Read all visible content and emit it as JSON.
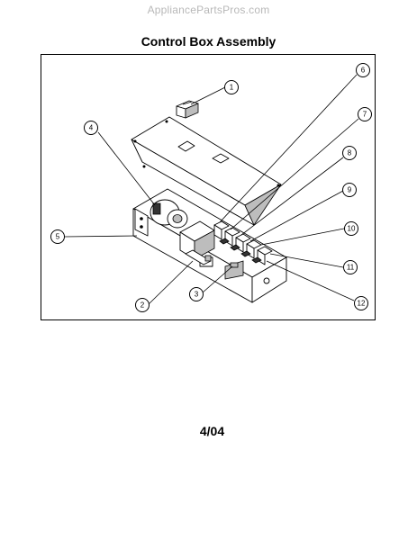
{
  "site": {
    "watermark": "AppliancePartsPros.com"
  },
  "diagram": {
    "title": "Control Box Assembly",
    "callouts": [
      "1",
      "2",
      "3",
      "4",
      "5",
      "6",
      "7",
      "8",
      "9",
      "10",
      "11",
      "12"
    ]
  },
  "footer": {
    "date_code": "4/04"
  }
}
